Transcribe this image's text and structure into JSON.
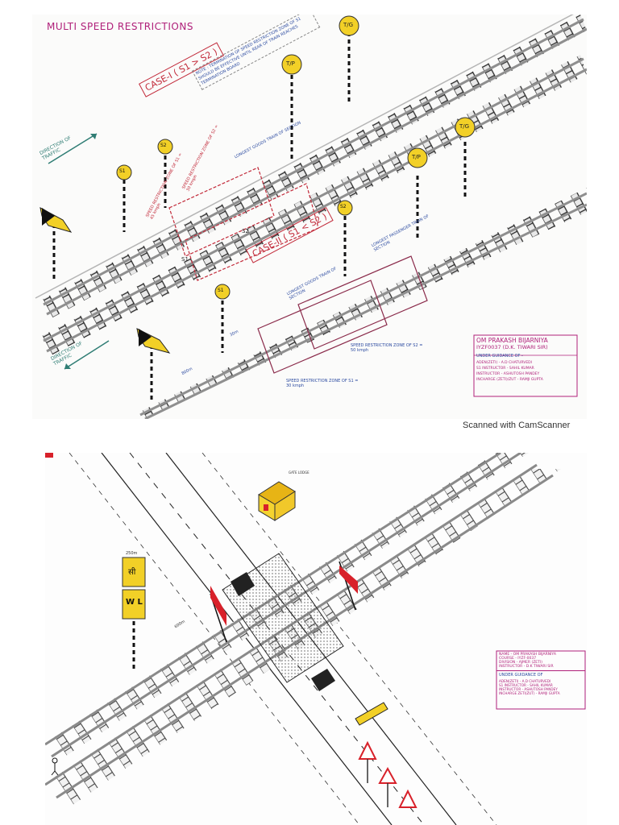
{
  "sheet1": {
    "title": "MULTI SPEED RESTRICTIONS",
    "case1": "CASE-I ( S1 > S2 )",
    "case2": "CASE-II ( S1 < S2 )",
    "note": "NOTE : TERMINATION OF SPEED RESTRICTION ZONE OF S1 SHOULD BE EFFECTIVE UNTIL REAR OF TRAIN REACHES TERMINATION BOARD",
    "direction_top": "DIRECTION OF TRAFFIC",
    "direction_bottom": "DIRECTION OF TRAFFIC",
    "board_tg": "T/G",
    "board_tp": "T/P",
    "board_s1": "S1",
    "board_s2": "S2",
    "label_s1": "S1",
    "label_s2": "S2",
    "zone_s1_case1": "SPEED RESTRICTION ZONE OF S1 = 45 kmph",
    "zone_s2_case1": "SPEED RESTRICTION ZONE OF S2 = 30 kmph",
    "longest_goods_top": "LONGEST GOODS TRAIN OF SECTION",
    "longest_passenger": "LONGEST PASSENGER TRAIN OF SECTION",
    "longest_goods_bottom": "LONGEST GOODS TRAIN OF SECTION",
    "zone_s2_case2": "SPEED RESTRICTION ZONE OF S2 = 50 kmph",
    "zone_s1_case2": "SPEED RESTRICTION ZONE OF S1 = 30 kmph",
    "dist_800m": "800m",
    "dist_30m": "30m",
    "credit": {
      "name": "OM PRAKASH BIJARNIYA",
      "course": "IYZF0037 (D.K. TIWARI SIR)",
      "heading": "UNDER GUIDANCE OF -",
      "rows": [
        "ADEN(ZETI) - A.D CHATURVEDI",
        "S1 INSTRUCTOR - SAHIL KUMAR",
        "INSTRUCTOR - ASHUTOSH PANDEY",
        "INCHARGE (ZETI)/ZUT - RAMJI GUPTA"
      ]
    }
  },
  "scan_text": "Scanned with CamScanner",
  "sheet2": {
    "board_top": "सी",
    "board_mid": "W L",
    "hut_label": "GATE LODGE",
    "dist_250m": "250m",
    "dist_600m": "600m",
    "credit": {
      "name_line": "NAME - OM PRAKASH BIJARNIYA",
      "course_line": "COURSE - IYZF-0037",
      "division_line": "DIVISION - AJMER (ZETI)",
      "instructor_line": "INSTRUCTOR - D.K TIWARI SIR",
      "heading": "UNDER GUIDANCE OF",
      "rows": [
        "ADEN(ZETI) - A.D CHATURVEDI",
        "S1 INSTRUCTOR - SAHIL KUMAR",
        "INSTRUCTOR - ASHUTOSH PANDEY",
        "INCHARGE ZETI(ZUT) - RAMJI GUPTA"
      ]
    }
  },
  "colors": {
    "rail": "#9a9a9a",
    "sleeper": "#222222",
    "yellow": "#f2d027",
    "red": "#d8212a",
    "case_red": "#c22a3a",
    "blue": "#2b4aa0",
    "magenta": "#b0207a",
    "teal": "#2f7d74"
  }
}
